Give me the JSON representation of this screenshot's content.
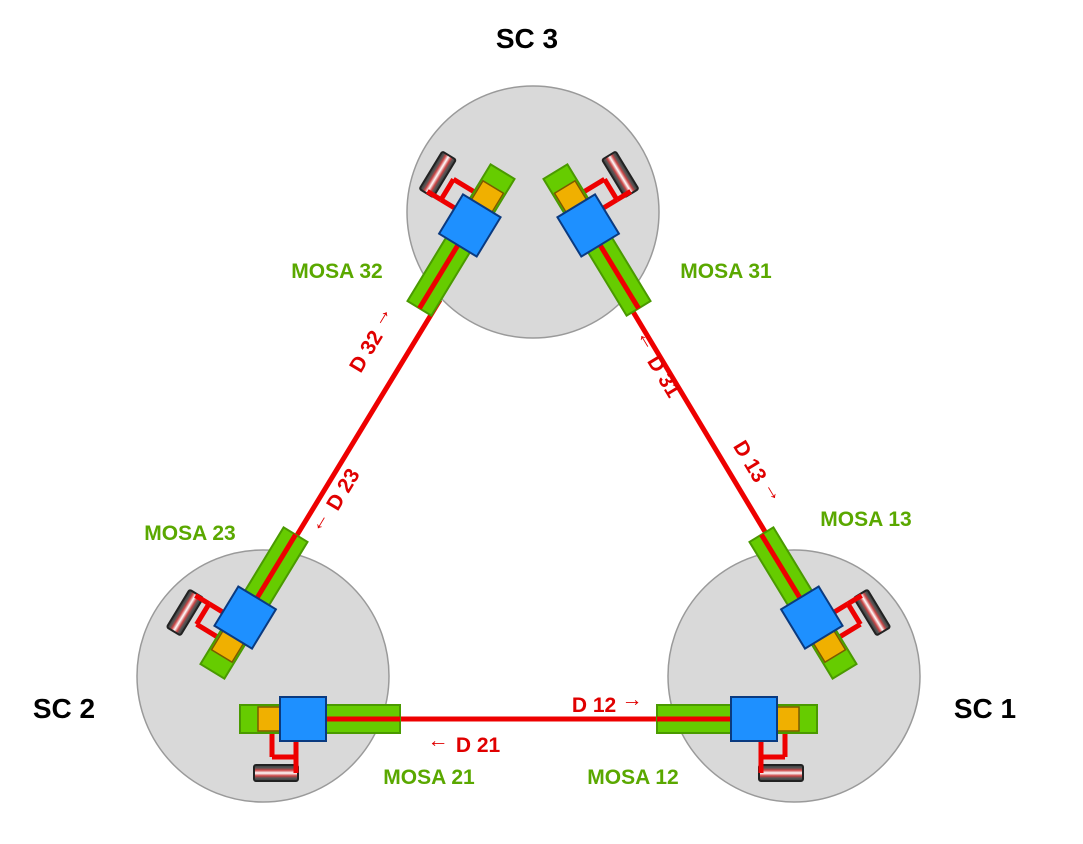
{
  "spacecraft": [
    {
      "id": "sc1",
      "label": "SC 1"
    },
    {
      "id": "sc2",
      "label": "SC 2"
    },
    {
      "id": "sc3",
      "label": "SC 3"
    }
  ],
  "mosas": [
    {
      "id": "m12",
      "label": "MOSA 12"
    },
    {
      "id": "m13",
      "label": "MOSA 13"
    },
    {
      "id": "m21",
      "label": "MOSA 21"
    },
    {
      "id": "m23",
      "label": "MOSA 23"
    },
    {
      "id": "m31",
      "label": "MOSA 31"
    },
    {
      "id": "m32",
      "label": "MOSA 32"
    }
  ],
  "delays": [
    {
      "id": "d12",
      "label": "D 12",
      "arrow": "→"
    },
    {
      "id": "d21",
      "label": "D 21",
      "arrow": "←"
    },
    {
      "id": "d13",
      "label": "D 13",
      "arrow": "→"
    },
    {
      "id": "d31",
      "label": "D 31",
      "arrow": "←"
    },
    {
      "id": "d23",
      "label": "D 23",
      "arrow": "←"
    },
    {
      "id": "d32",
      "label": "D 32",
      "arrow": "→"
    }
  ],
  "colors": {
    "spacecraft_fill": "#d9d9d9",
    "spacecraft_stroke": "#9a9a9a",
    "bench_fill": "#66cc00",
    "bench_stroke": "#4a9a00",
    "test_mass_fill": "#1e90ff",
    "optical_element_fill": "#f0b000",
    "laser_link": "#ee0000",
    "mosa_text": "#5aa800",
    "delay_text": "#e00000"
  }
}
